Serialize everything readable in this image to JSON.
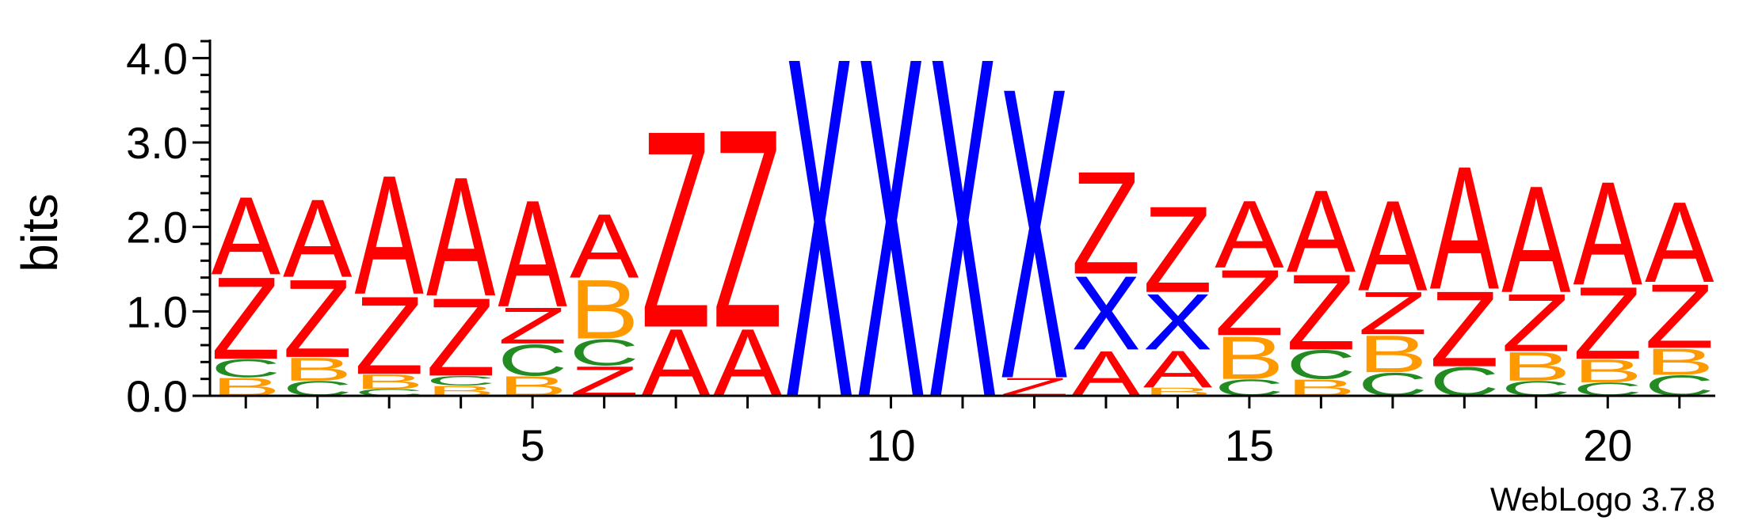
{
  "chart_data": {
    "type": "sequence-logo",
    "title": "",
    "xlabel": "",
    "ylabel": "bits",
    "ylim": [
      0,
      4.2
    ],
    "y_ticks": [
      "0.0",
      "1.0",
      "2.0",
      "3.0",
      "4.0"
    ],
    "y_tick_values": [
      0,
      1,
      2,
      3,
      4
    ],
    "x_ticks": [
      "5",
      "10",
      "15",
      "20"
    ],
    "x_tick_values": [
      5,
      10,
      15,
      20
    ],
    "xlim": [
      0.5,
      21.5
    ],
    "colors": {
      "A": "#ff0000",
      "Z": "#ff0000",
      "X": "#0000ff",
      "B": "#ff9900",
      "C": "#228b22"
    },
    "positions": [
      {
        "pos": 1,
        "stack": [
          [
            "B",
            0.22
          ],
          [
            "C",
            0.22
          ],
          [
            "Z",
            1.0
          ],
          [
            "A",
            0.95
          ]
        ]
      },
      {
        "pos": 2,
        "stack": [
          [
            "C",
            0.18
          ],
          [
            "B",
            0.28
          ],
          [
            "Z",
            0.95
          ],
          [
            "A",
            0.95
          ]
        ]
      },
      {
        "pos": 3,
        "stack": [
          [
            "C",
            0.08
          ],
          [
            "B",
            0.18
          ],
          [
            "Z",
            0.95
          ],
          [
            "A",
            1.45
          ]
        ]
      },
      {
        "pos": 4,
        "stack": [
          [
            "B",
            0.12
          ],
          [
            "C",
            0.12
          ],
          [
            "Z",
            0.95
          ],
          [
            "A",
            1.45
          ]
        ]
      },
      {
        "pos": 5,
        "stack": [
          [
            "B",
            0.24
          ],
          [
            "C",
            0.38
          ],
          [
            "Z",
            0.44
          ],
          [
            "A",
            1.3
          ]
        ]
      },
      {
        "pos": 6,
        "stack": [
          [
            "Z",
            0.36
          ],
          [
            "C",
            0.32
          ],
          [
            "B",
            0.72
          ],
          [
            "A",
            0.78
          ]
        ]
      },
      {
        "pos": 7,
        "stack": [
          [
            "A",
            0.82
          ],
          [
            "Z",
            2.4
          ]
        ]
      },
      {
        "pos": 8,
        "stack": [
          [
            "A",
            0.82
          ],
          [
            "Z",
            2.42
          ]
        ]
      },
      {
        "pos": 9,
        "stack": [
          [
            "X",
            4.15
          ]
        ]
      },
      {
        "pos": 10,
        "stack": [
          [
            "X",
            4.15
          ]
        ]
      },
      {
        "pos": 11,
        "stack": [
          [
            "X",
            4.15
          ]
        ]
      },
      {
        "pos": 12,
        "stack": [
          [
            "Z",
            0.22
          ],
          [
            "X",
            3.55
          ]
        ]
      },
      {
        "pos": 13,
        "stack": [
          [
            "A",
            0.55
          ],
          [
            "X",
            0.9
          ],
          [
            "Z",
            1.25
          ]
        ]
      },
      {
        "pos": 14,
        "stack": [
          [
            "B",
            0.1
          ],
          [
            "A",
            0.45
          ],
          [
            "X",
            0.68
          ],
          [
            "Z",
            1.05
          ]
        ]
      },
      {
        "pos": 15,
        "stack": [
          [
            "C",
            0.2
          ],
          [
            "B",
            0.52
          ],
          [
            "Z",
            0.8
          ],
          [
            "A",
            0.82
          ]
        ]
      },
      {
        "pos": 16,
        "stack": [
          [
            "B",
            0.2
          ],
          [
            "C",
            0.35
          ],
          [
            "Z",
            0.92
          ],
          [
            "A",
            1.0
          ]
        ]
      },
      {
        "pos": 17,
        "stack": [
          [
            "C",
            0.28
          ],
          [
            "B",
            0.45
          ],
          [
            "Z",
            0.52
          ],
          [
            "A",
            1.1
          ]
        ]
      },
      {
        "pos": 18,
        "stack": [
          [
            "C",
            0.35
          ],
          [
            "Z",
            0.92
          ],
          [
            "A",
            1.5
          ]
        ]
      },
      {
        "pos": 19,
        "stack": [
          [
            "C",
            0.18
          ],
          [
            "B",
            0.35
          ],
          [
            "Z",
            0.7
          ],
          [
            "A",
            1.3
          ]
        ]
      },
      {
        "pos": 20,
        "stack": [
          [
            "C",
            0.16
          ],
          [
            "B",
            0.28
          ],
          [
            "Z",
            0.88
          ],
          [
            "A",
            1.26
          ]
        ]
      },
      {
        "pos": 21,
        "stack": [
          [
            "C",
            0.25
          ],
          [
            "B",
            0.32
          ],
          [
            "Z",
            0.78
          ],
          [
            "A",
            0.98
          ]
        ]
      }
    ]
  },
  "footer": {
    "software_label": "WebLogo 3.7.8"
  }
}
